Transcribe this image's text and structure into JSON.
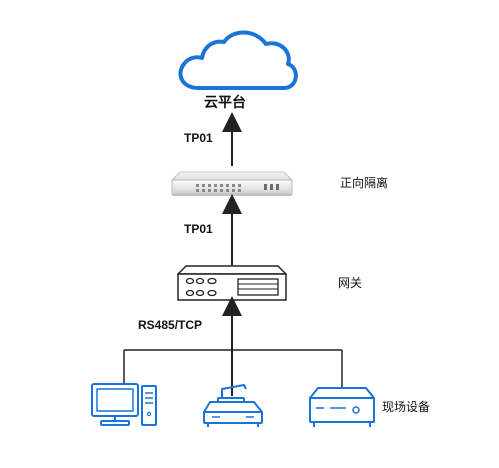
{
  "labels": {
    "cloud": "云平台",
    "protocol_top": "TP01",
    "isolation": "正向隔离",
    "protocol_mid": "TP01",
    "gateway": "网关",
    "protocol_bottom": "RS485/TCP",
    "field_devices": "现场设备"
  },
  "colors": {
    "outline": "#1a73d9",
    "line": "#222222",
    "box_fill": "#ffffff"
  },
  "icons": [
    "cloud-icon",
    "isolation-device-icon",
    "gateway-icon",
    "computer-icon",
    "network-device-icon",
    "controller-icon"
  ]
}
